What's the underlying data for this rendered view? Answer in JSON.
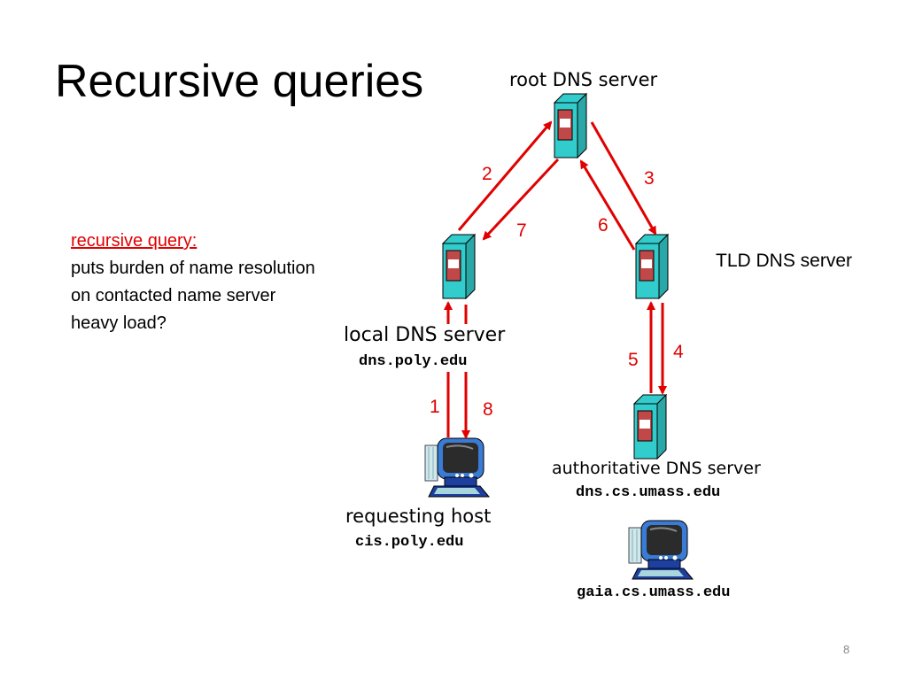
{
  "slide": {
    "title": "Recursive queries",
    "page_number": "8"
  },
  "note": {
    "heading": "recursive query:",
    "lines": [
      "puts burden of name resolution",
      "on contacted name server",
      "heavy load?"
    ]
  },
  "nodes": {
    "root": {
      "label": "root DNS server",
      "icon": "server-icon"
    },
    "tld": {
      "label": "TLD DNS server",
      "icon": "server-icon"
    },
    "local": {
      "label": "local DNS server",
      "host": "dns.poly.edu",
      "icon": "server-icon"
    },
    "authoritative": {
      "label": "authoritative DNS server",
      "host": "dns.cs.umass.edu",
      "icon": "server-icon"
    },
    "requesting": {
      "label": "requesting host",
      "host": "cis.poly.edu",
      "icon": "computer-icon"
    },
    "target": {
      "host": "gaia.cs.umass.edu",
      "icon": "computer-icon"
    }
  },
  "steps": {
    "s1": "1",
    "s2": "2",
    "s3": "3",
    "s4": "4",
    "s5": "5",
    "s6": "6",
    "s7": "7",
    "s8": "8"
  },
  "colors": {
    "arrow": "#e00000",
    "server_body": "#33cccc",
    "server_panel": "#c04848"
  }
}
